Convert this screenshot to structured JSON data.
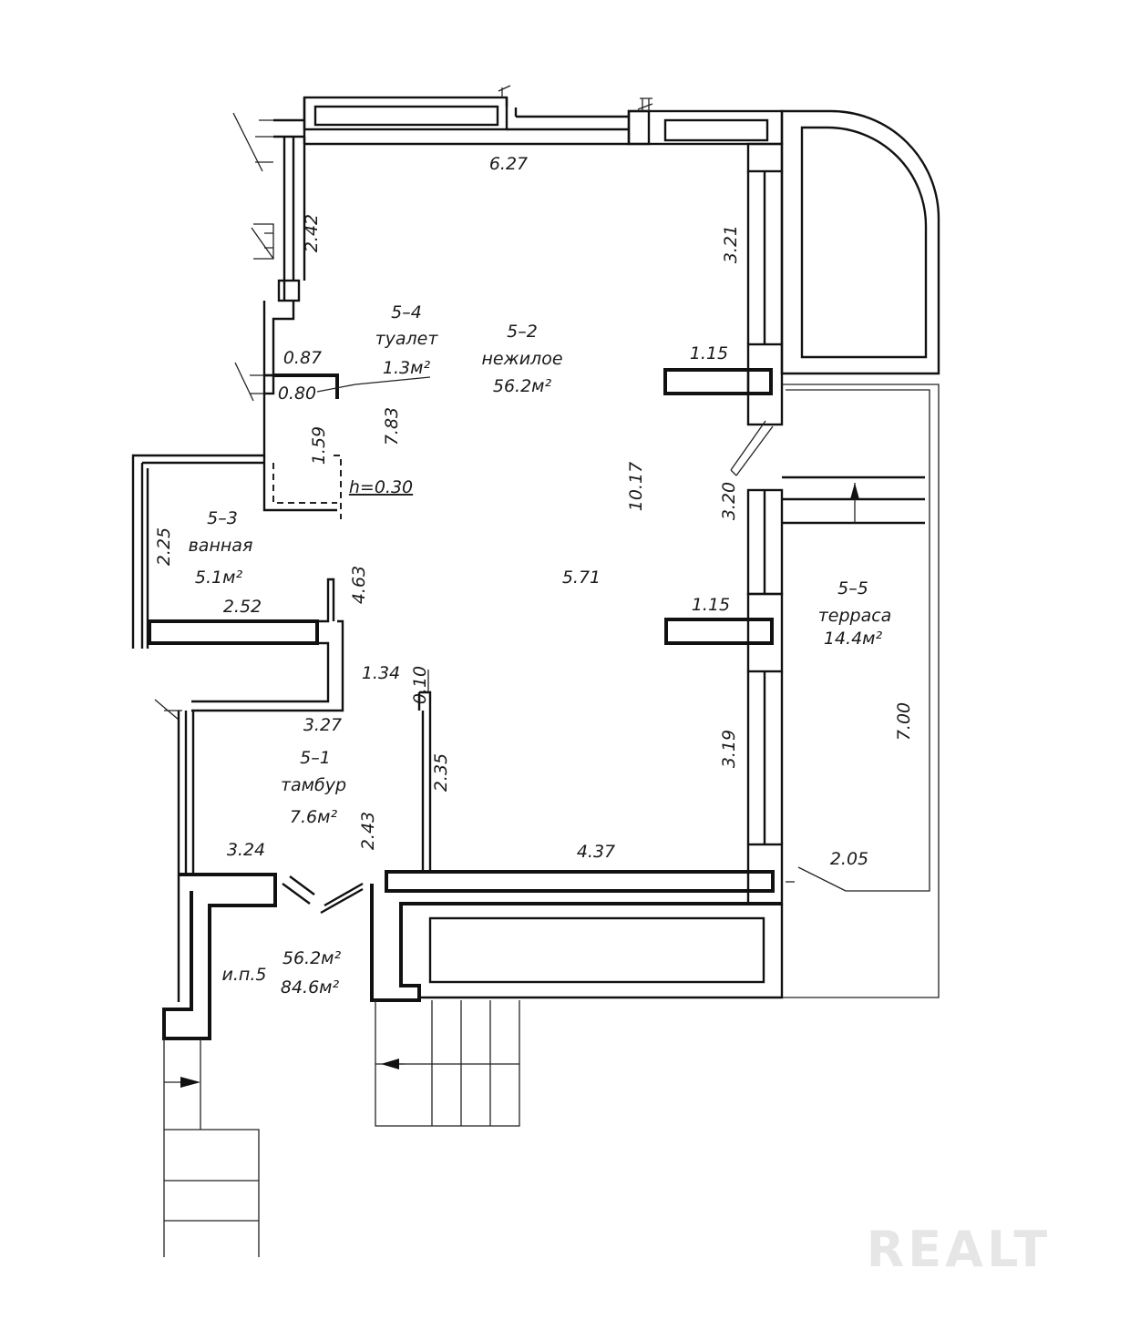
{
  "rooms": {
    "toilet": {
      "number": "5–4",
      "name": "туалет",
      "area": "1.3м²"
    },
    "main": {
      "number": "5–2",
      "name": "нежилое",
      "area": "56.2м²"
    },
    "bath": {
      "number": "5–3",
      "name": "ванная",
      "area": "5.1м²"
    },
    "vestibule": {
      "number": "5–1",
      "name": "тамбур",
      "area": "7.6м²"
    },
    "terrace": {
      "number": "5–5",
      "name": "терраса",
      "area": "14.4м²"
    }
  },
  "summary": {
    "label": "и.п.5",
    "area_main": "56.2м²",
    "area_total": "84.6м²"
  },
  "dimensions": {
    "top_wall": "6.27",
    "left_upper": "2.42",
    "right_upper": "3.21",
    "toilet_top": "0.87",
    "toilet_side": "0.80",
    "column_upper": "1.15",
    "main_depth": "7.83",
    "toilet_height": "1.59",
    "shower_h": "h=0.30",
    "main_length": "10.17",
    "door_right": "3.20",
    "bath_height": "2.25",
    "main_width": "5.71",
    "bath_gap": "4.63",
    "bath_width": "2.52",
    "column_lower": "1.15",
    "corridor": "1.34",
    "partition": "0.10",
    "vest_top": "3.27",
    "right_lower": "3.19",
    "terrace_len": "7.00",
    "partition_len": "2.35",
    "vest_side": "2.43",
    "vest_bottom": "3.24",
    "bottom_wall": "4.37",
    "terrace_width": "2.05"
  },
  "watermark": "REALT"
}
